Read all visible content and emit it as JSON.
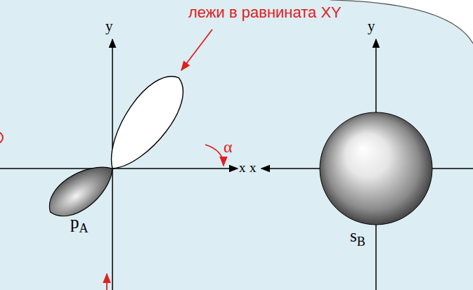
{
  "diagram": {
    "labels": [
      "лежи в равнината XY",
      "y",
      "α",
      "x",
      "x",
      "y",
      "pA",
      "sB"
    ]
  }
}
